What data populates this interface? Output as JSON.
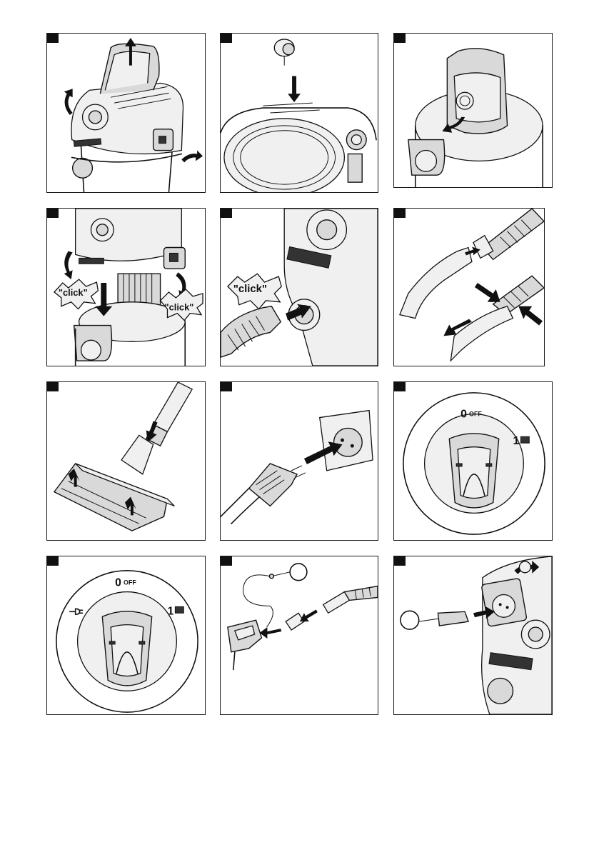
{
  "figures": [
    {
      "id": "fig-1"
    },
    {
      "id": "fig-2"
    },
    {
      "id": "fig-3"
    },
    {
      "id": "fig-4",
      "labels": [
        "\"click\"",
        "\"click\""
      ]
    },
    {
      "id": "fig-5",
      "labels": [
        "\"click\""
      ]
    },
    {
      "id": "fig-6"
    },
    {
      "id": "fig-7"
    },
    {
      "id": "fig-8"
    },
    {
      "id": "fig-9",
      "dial": {
        "off_label": "0",
        "off_text": "OFF",
        "on_label": "1"
      }
    },
    {
      "id": "fig-10",
      "dial": {
        "off_label": "0",
        "off_text": "OFF",
        "on_label": "1"
      }
    },
    {
      "id": "fig-11"
    },
    {
      "id": "fig-12"
    }
  ],
  "icons": [
    "arrow-icon",
    "plug-icon",
    "jigsaw-icon",
    "socket-icon"
  ],
  "colors": {
    "ink": "#111111",
    "fill": "#d9d9d9"
  }
}
